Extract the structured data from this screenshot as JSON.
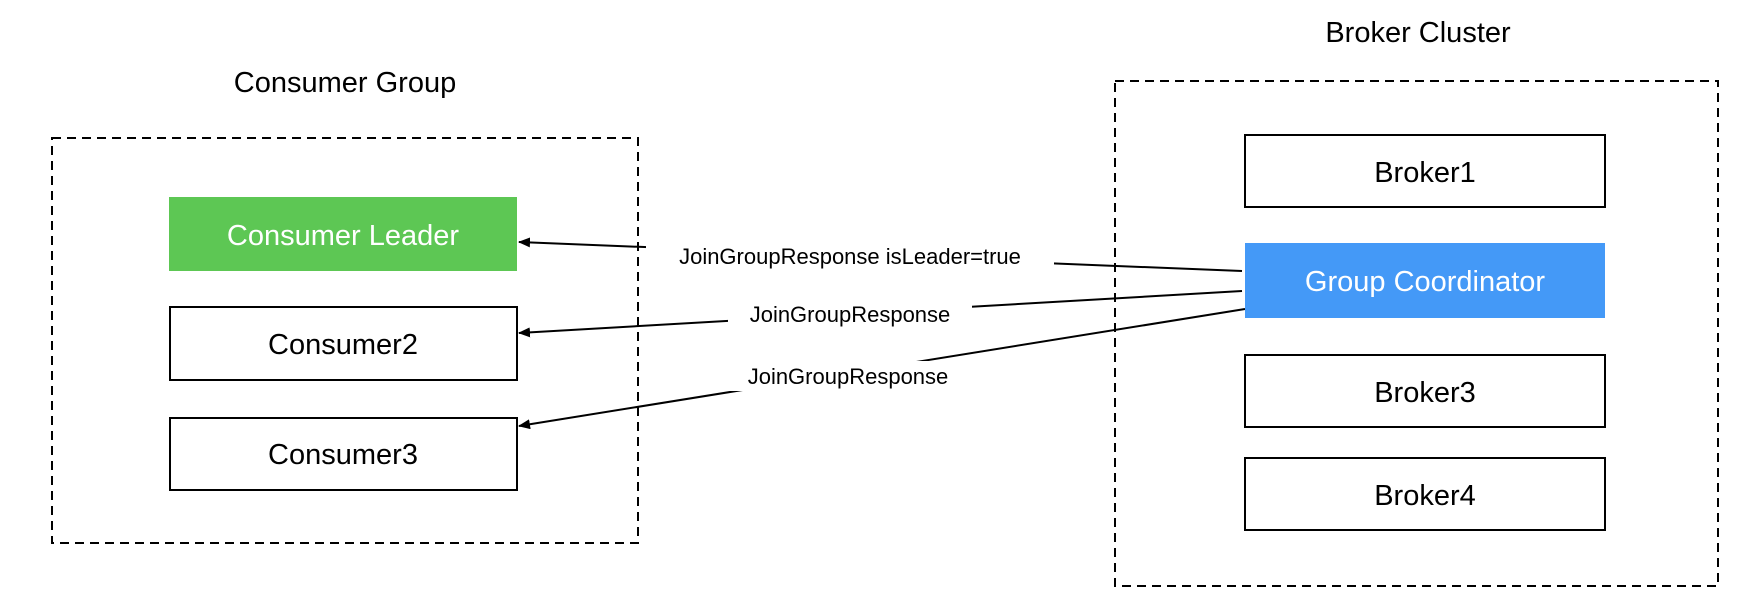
{
  "groups": {
    "consumer_group": {
      "title": "Consumer Group"
    },
    "broker_cluster": {
      "title": "Broker Cluster"
    }
  },
  "nodes": {
    "consumer_leader": {
      "label": "Consumer Leader",
      "fill": "#5DC754",
      "text_color": "#FFFFFF"
    },
    "consumer2": {
      "label": "Consumer2",
      "fill": "#FFFFFF",
      "text_color": "#000000"
    },
    "consumer3": {
      "label": "Consumer3",
      "fill": "#FFFFFF",
      "text_color": "#000000"
    },
    "broker1": {
      "label": "Broker1",
      "fill": "#FFFFFF",
      "text_color": "#000000"
    },
    "group_coordinator": {
      "label": "Group Coordinator",
      "fill": "#4499F7",
      "text_color": "#FFFFFF"
    },
    "broker3": {
      "label": "Broker3",
      "fill": "#FFFFFF",
      "text_color": "#000000"
    },
    "broker4": {
      "label": "Broker4",
      "fill": "#FFFFFF",
      "text_color": "#000000"
    }
  },
  "edges": [
    {
      "from": "group_coordinator",
      "to": "consumer_leader",
      "label": "JoinGroupResponse isLeader=true"
    },
    {
      "from": "group_coordinator",
      "to": "consumer2",
      "label": "JoinGroupResponse"
    },
    {
      "from": "group_coordinator",
      "to": "consumer3",
      "label": "JoinGroupResponse"
    }
  ]
}
